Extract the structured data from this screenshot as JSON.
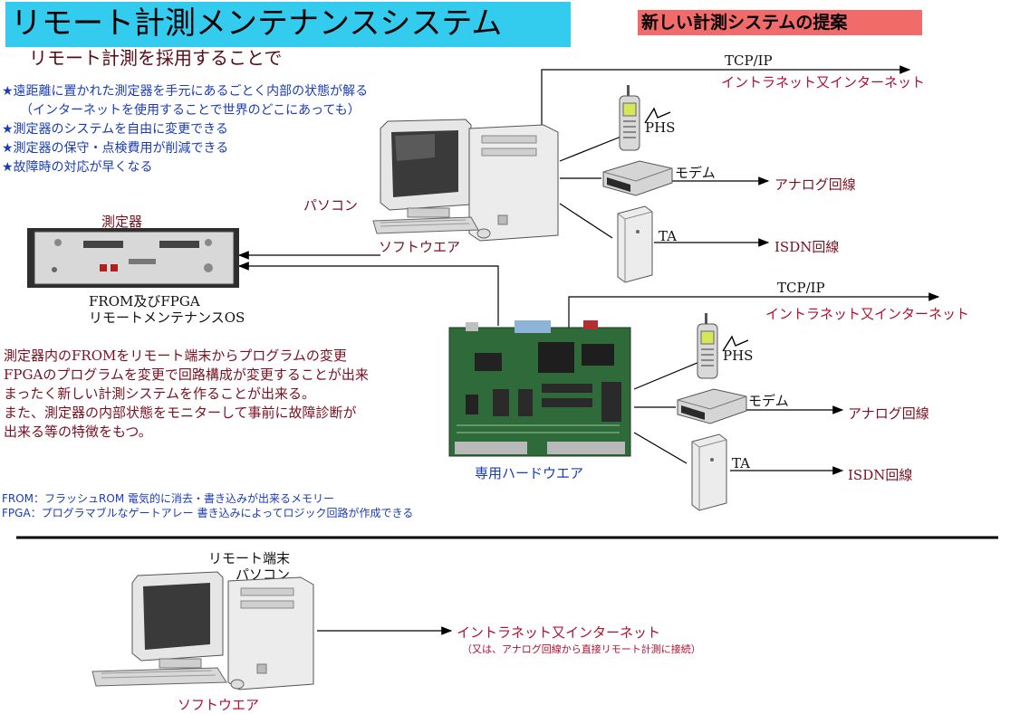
{
  "title": "リモート計測メンテナンスシステム",
  "proposal": "新しい計測システムの提案",
  "subtitle": "リモート計測を採用することで",
  "benefits": [
    "★遠距離に置かれた測定器を手元にあるごとく内部の状態が解る",
    "（インターネットを使用することで世界のどこにあっても）",
    "★測定器のシステムを自由に変更できる",
    "★測定器の保守・点検費用が削減できる",
    "★故障時の対応が早くなる"
  ],
  "top_system": {
    "tcpip": "TCP/IP",
    "internet": "イントラネット又インターネット",
    "phs": "PHS",
    "modem": "モデム",
    "analog": "アナログ回線",
    "ta": "TA",
    "isdn": "ISDN回線",
    "pc_label": "パソコン",
    "software": "ソフトウエア"
  },
  "instrument": {
    "label": "測定器",
    "os_line1": "FROM及びFPGA",
    "os_line2": "リモートメンテナンスOS"
  },
  "description": [
    "測定器内のFROMをリモート端末からプログラムの変更",
    "FPGAのプログラムを変更で回路構成が変更することが出来",
    "まったく新しい計測システムを作ることが出来る。",
    "また、測定器の内部状態をモニターして事前に故障診断が",
    "出来る等の特徴をもつ。"
  ],
  "mid_system": {
    "tcpip": "TCP/IP",
    "internet": "イントラネット又インターネット",
    "phs": "PHS",
    "modem": "モデム",
    "analog": "アナログ回線",
    "ta": "TA",
    "isdn": "ISDN回線",
    "board_label": "専用ハードウエア"
  },
  "glossary": [
    "FROM：フラッシュROM 電気的に消去・書き込みが出来るメモリー",
    "FPGA：プログラマブルなゲートアレー 書き込みによってロジック回路が作成できる"
  ],
  "remote": {
    "label1": "リモート端末",
    "label2": "パソコン",
    "internet": "イントラネット又インターネット",
    "note": "（又は、アナログ回線から直接リモート計測に接続）",
    "software": "ソフトウエア"
  },
  "colors": {
    "title_bg": "#33ccee",
    "proposal_bg": "#f26b6b",
    "benefit_text": "#1a3cb5",
    "net_text": "#b01030"
  }
}
